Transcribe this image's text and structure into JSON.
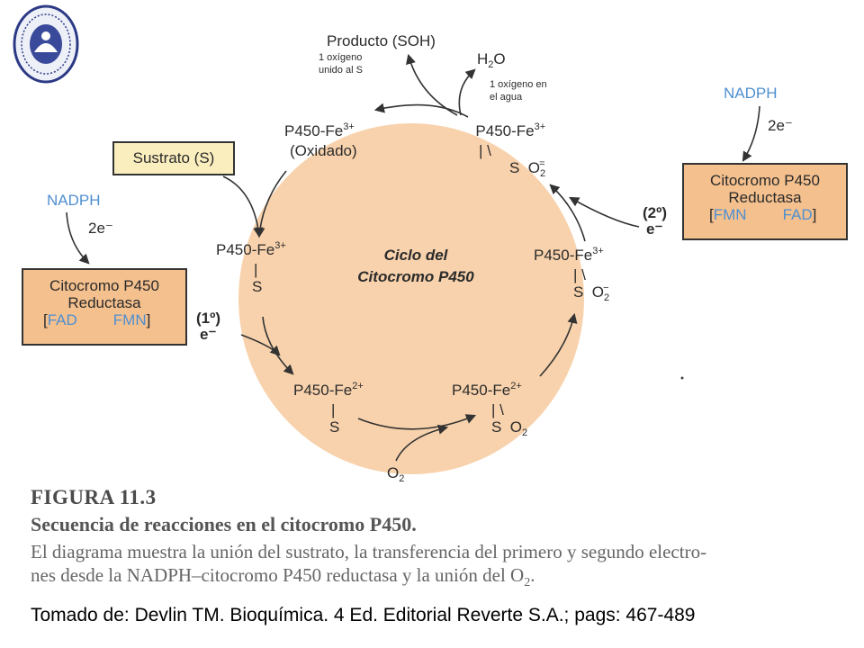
{
  "colors": {
    "circle": "#f8d2ac",
    "enzyme_box": "#f4c08e",
    "substrate_box": "#fbeebe",
    "nadph": "#4f8fd0",
    "arrows": "#333333"
  },
  "icons": {
    "logo": "university-seal-icon"
  },
  "top": {
    "product": "Producto (SOH)",
    "oxygen_bound_s": "1 oxígeno\nunido al S",
    "water": {
      "main": "H",
      "sub": "2",
      "end": "O"
    },
    "oxygen_water": "1 oxígeno en\nel agua"
  },
  "cycle": {
    "title_line1": "Ciclo del",
    "title_line2": "Citocromo P450",
    "oxidized": {
      "main": "P450-Fe",
      "sup": "3+",
      "note": "(Oxidado)"
    },
    "bound_s": {
      "main": "P450-Fe",
      "sup": "3+",
      "bar": "|",
      "s": "S"
    },
    "reduced_s": {
      "main": "P450-Fe",
      "sup": "2+",
      "bar": "|",
      "s": "S"
    },
    "reduced_o2": {
      "main": "P450-Fe",
      "sup": "2+",
      "bar": "| \\",
      "s": "S",
      "o": "O",
      "osub": "2"
    },
    "superoxide": {
      "main": "P450-Fe",
      "sup": "3+",
      "bar": "| \\",
      "s": "S",
      "o": "O",
      "osub": "2",
      "osup": "−"
    },
    "peroxide": {
      "main": "P450-Fe",
      "sup": "3+",
      "bar": "| \\",
      "s": "S",
      "o": "O",
      "osub": "2",
      "osup": "="
    },
    "o2_in": {
      "main": "O",
      "sub": "2"
    }
  },
  "substrate": "Sustrato (S)",
  "left_enzyme": {
    "nadph": "NADPH",
    "electrons": "2e⁻",
    "line1": "Citocromo P450",
    "line2": "Reductasa",
    "bracket_open": "[",
    "from": "FAD",
    "to": "FMN",
    "bracket_close": "]",
    "step": "(1º)",
    "step_e": "e⁻"
  },
  "right_enzyme": {
    "nadph": "NADPH",
    "electrons": "2e⁻",
    "line1": "Citocromo P450",
    "line2": "Reductasa",
    "bracket_open": "[",
    "from": "FAD",
    "to": "FMN",
    "bracket_close": "]",
    "step": "(2º)",
    "step_e": "e⁻"
  },
  "caption": {
    "figure": "FIGURA 11.3",
    "title": "Secuencia de reacciones en el citocromo P450.",
    "description": "El diagrama muestra la unión del sustrato, la transferencia del primero y segundo electro-\nnes desde la NADPH–citocromo P450 reductasa y la unión del O",
    "description_sub": "2",
    "description_end": "."
  },
  "credit": "Tomado de: Devlin TM. Bioquímica. 4 Ed. Editorial Reverte S.A.; pags: 467-489"
}
